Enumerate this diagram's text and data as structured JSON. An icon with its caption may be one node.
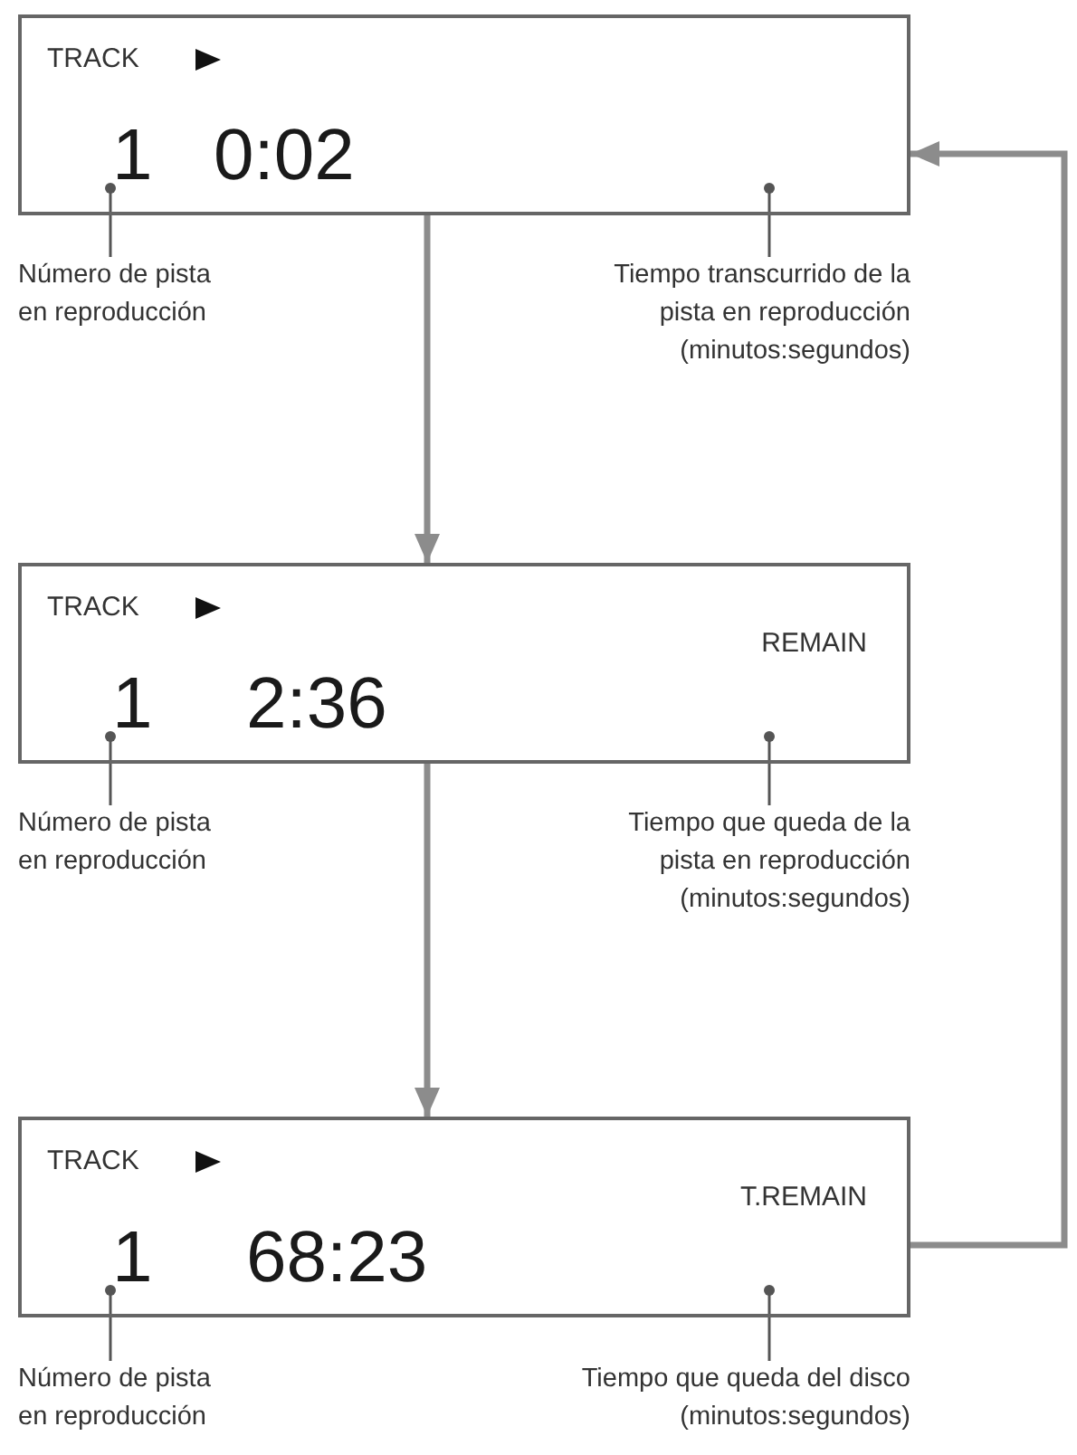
{
  "diagram": {
    "nodes": [
      {
        "text": [
          "TRACK"
        ]
      },
      {
        "text": [
          "1"
        ],
        "in": 0
      },
      {
        "text": [
          "0:02"
        ],
        "in": 0
      },
      {
        "text": [
          "Número de pista en reproducción"
        ]
      },
      {
        "text": [
          "Tiempo transcurrido de la pista en reproducción (minutos:segundos)"
        ]
      },
      {
        "text": [
          "TRACK",
          "REMAIN"
        ]
      },
      {
        "text": [
          "1"
        ],
        "in": 5
      },
      {
        "text": [
          "2:36"
        ],
        "in": 5
      },
      {
        "text": [
          "Número de pista en reproducción"
        ]
      },
      {
        "text": [
          "Tiempo que queda de la pista en reproducción (minutos:segundos)"
        ]
      },
      {
        "text": [
          "TRACK",
          "T.REMAIN"
        ]
      },
      {
        "text": [
          "1"
        ],
        "in": 10
      },
      {
        "text": [
          "68:23"
        ],
        "in": 10
      },
      {
        "text": [
          "Número de pista en reproducción"
        ]
      },
      {
        "text": [
          "Tiempo que queda del disco (minutos:segundos)"
        ]
      }
    ],
    "edges": [
      {
        "from": 3,
        "to": 1,
        "arrow": "other"
      },
      {
        "from": 4,
        "to": 0,
        "arrow": "other"
      },
      {
        "from": 0,
        "to": 5,
        "arrow": "to",
        "style": "thick",
        "color": "#8c8c8c"
      },
      {
        "from": 8,
        "to": 6,
        "arrow": "other"
      },
      {
        "from": 9,
        "to": 5,
        "arrow": "other"
      },
      {
        "from": 5,
        "to": 10,
        "arrow": "to",
        "style": "thick",
        "color": "#8c8c8c"
      },
      {
        "from": 13,
        "to": 11,
        "arrow": "other"
      },
      {
        "from": 14,
        "to": 10,
        "arrow": "other"
      },
      {
        "from": 10,
        "to": 0,
        "arrow": "to",
        "style": "thick",
        "color": "#8c8c8c"
      }
    ]
  }
}
